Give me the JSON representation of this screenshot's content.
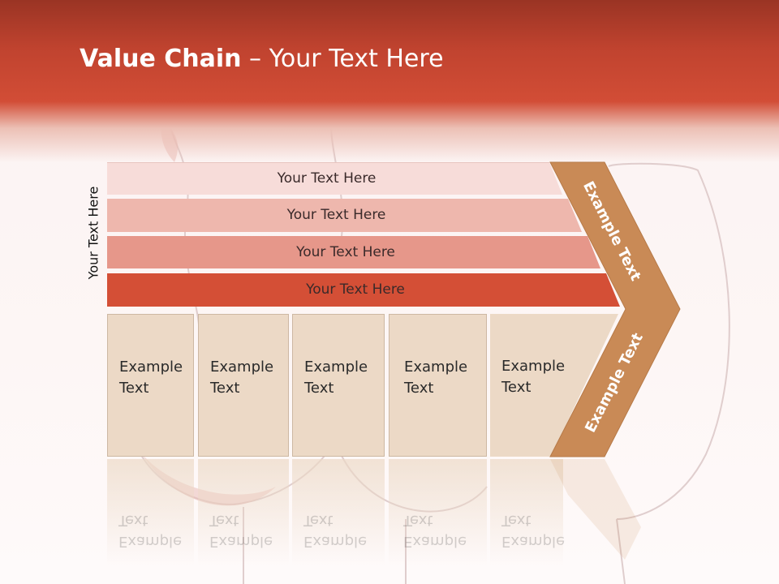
{
  "header": {
    "title_bold": "Value Chain",
    "title_rest": " – Your Text Here"
  },
  "side_label": "Your Text Here",
  "bars": [
    {
      "label": "Your Text Here"
    },
    {
      "label": "Your Text Here"
    },
    {
      "label": "Your Text Here"
    },
    {
      "label": "Your Text Here"
    }
  ],
  "cards": [
    {
      "line1": "Example",
      "line2": "Text"
    },
    {
      "line1": "Example",
      "line2": "Text"
    },
    {
      "line1": "Example",
      "line2": "Text"
    },
    {
      "line1": "Example",
      "line2": "Text"
    },
    {
      "line1": "Example",
      "line2": "Text"
    }
  ],
  "chevron": {
    "upper_label": "Example Text",
    "lower_label": "Example Text"
  },
  "colors": {
    "header": "#c8452f",
    "bar1": "#f7dcd9",
    "bar2": "#eeb7ad",
    "bar3": "#e6978a",
    "bar4": "#d44f36",
    "card": "#ecd9c6",
    "chevron": "#c98a56"
  },
  "background_image": "wine-glasses-photo"
}
